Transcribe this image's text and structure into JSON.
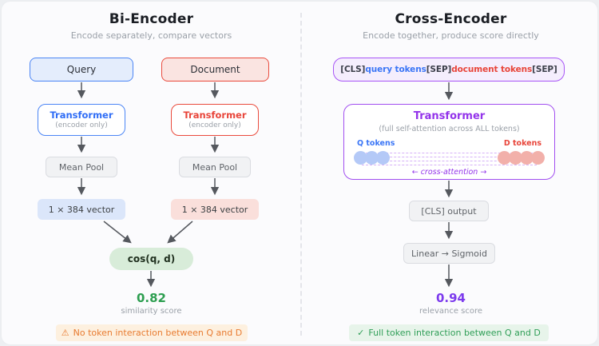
{
  "bi_encoder": {
    "title": "Bi-Encoder",
    "subtitle": "Encode separately, compare vectors",
    "query_box": "Query",
    "document_box": "Document",
    "transformer_title": "Transformer",
    "transformer_subtitle": "(encoder only)",
    "pool_label": "Mean Pool",
    "vector_label": "1 × 384 vector",
    "similarity_fn": "cos(q, d)",
    "score": "0.82",
    "score_label": "similarity score",
    "banner_icon": "⚠",
    "banner_text": "No token interaction between Q and D"
  },
  "cross_encoder": {
    "title": "Cross-Encoder",
    "subtitle": "Encode together, produce score directly",
    "input_segments": {
      "cls": "[CLS]",
      "query": "query tokens",
      "sep1": "[SEP]",
      "document": "document tokens",
      "sep2": "[SEP]"
    },
    "transformer_title": "Transformer",
    "transformer_subtitle": "(full self-attention across ALL tokens)",
    "q_tokens_label": "Q tokens",
    "d_tokens_label": "D tokens",
    "q_token_count": 3,
    "d_token_count": 4,
    "attention_label": "← cross-attention →",
    "cls_output": "[CLS] output",
    "head": "Linear → Sigmoid",
    "score": "0.94",
    "score_label": "relevance score",
    "banner_icon": "✓",
    "banner_text": "Full token interaction between Q and D"
  },
  "colors": {
    "blue_accent": "#4c86f5",
    "red_accent": "#ea4b3d",
    "purple_accent": "#a14ef0",
    "green_score": "#2d9e50",
    "purple_score": "#7c3aed",
    "orange_banner": "#e87b30",
    "green_banner": "#2f9e57"
  }
}
